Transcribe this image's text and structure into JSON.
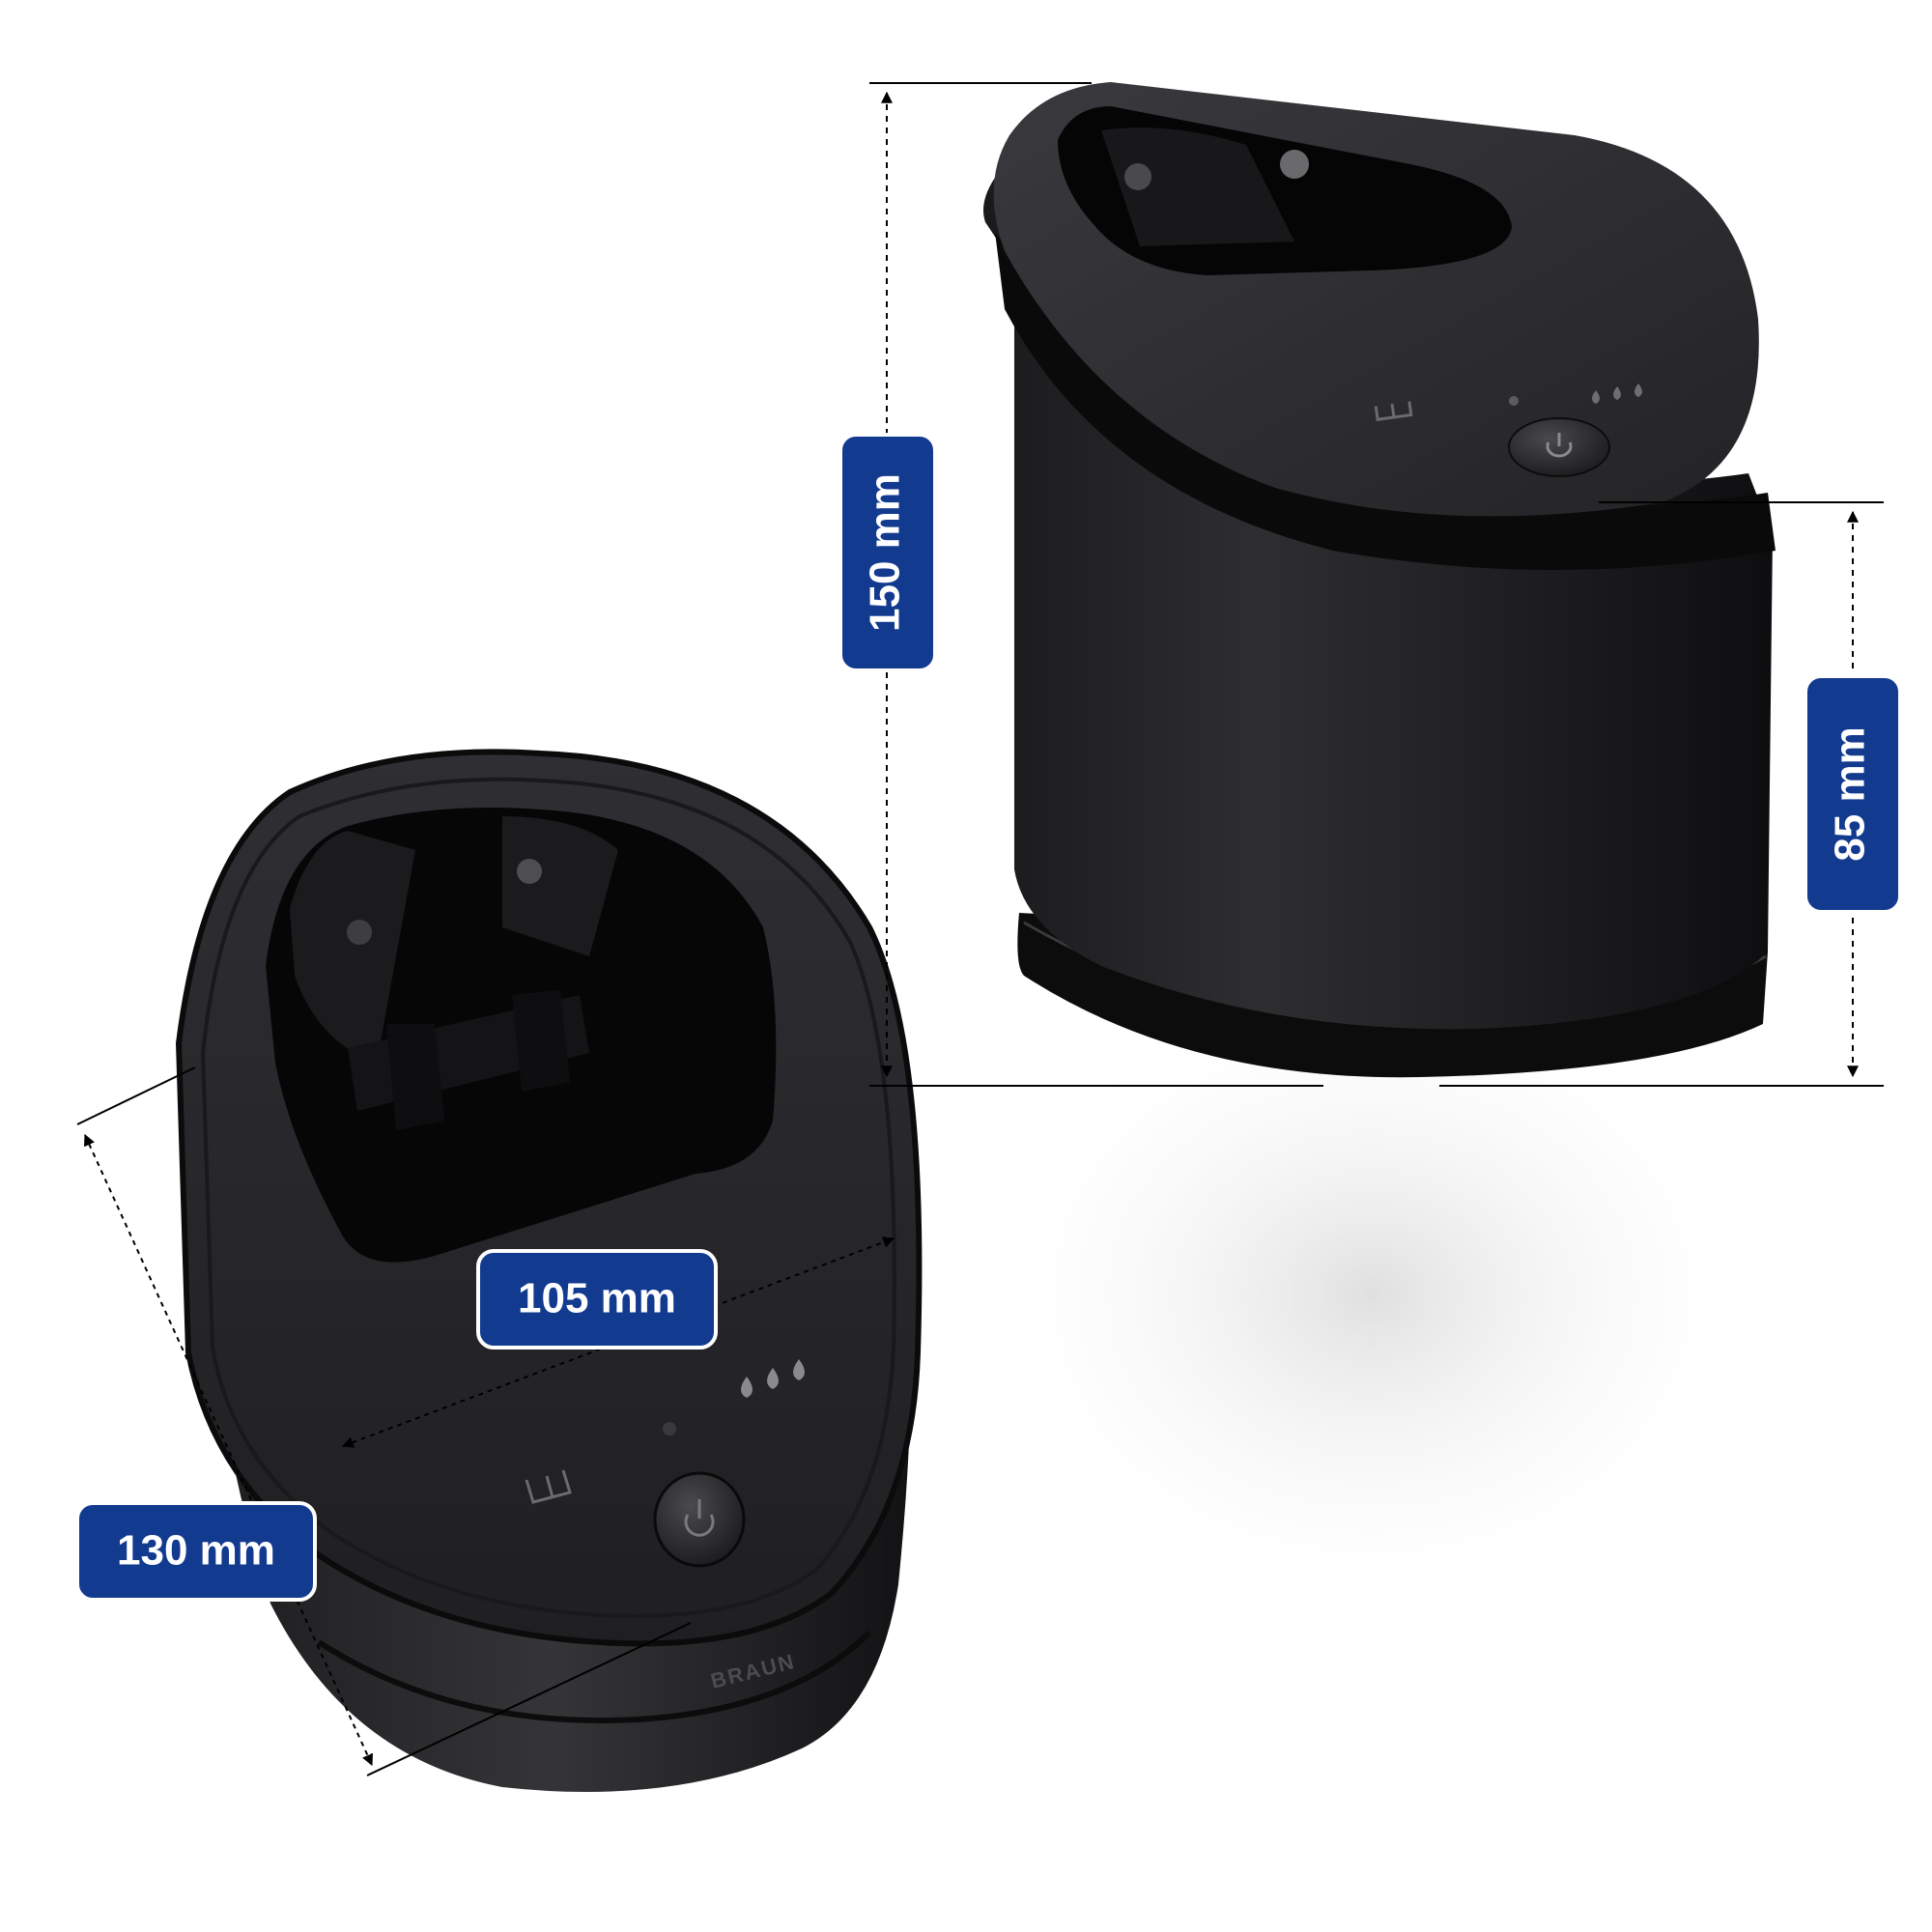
{
  "dimensions": {
    "height_label": "150 mm",
    "base_height_label": "85 mm",
    "width_label": "105 mm",
    "depth_label": "130 mm"
  },
  "product": {
    "brand": "BRAUN"
  },
  "colors": {
    "label_bg": "#123a8f",
    "label_border": "#ffffff",
    "label_text": "#ffffff",
    "device_body": "#1c1c1e",
    "device_top": "#2a2a2d",
    "rim": "#0a0a0b",
    "line": "#000000"
  },
  "icons": [
    "power-button-icon",
    "water-drop-icon",
    "status-led-icon",
    "tray-icon"
  ]
}
